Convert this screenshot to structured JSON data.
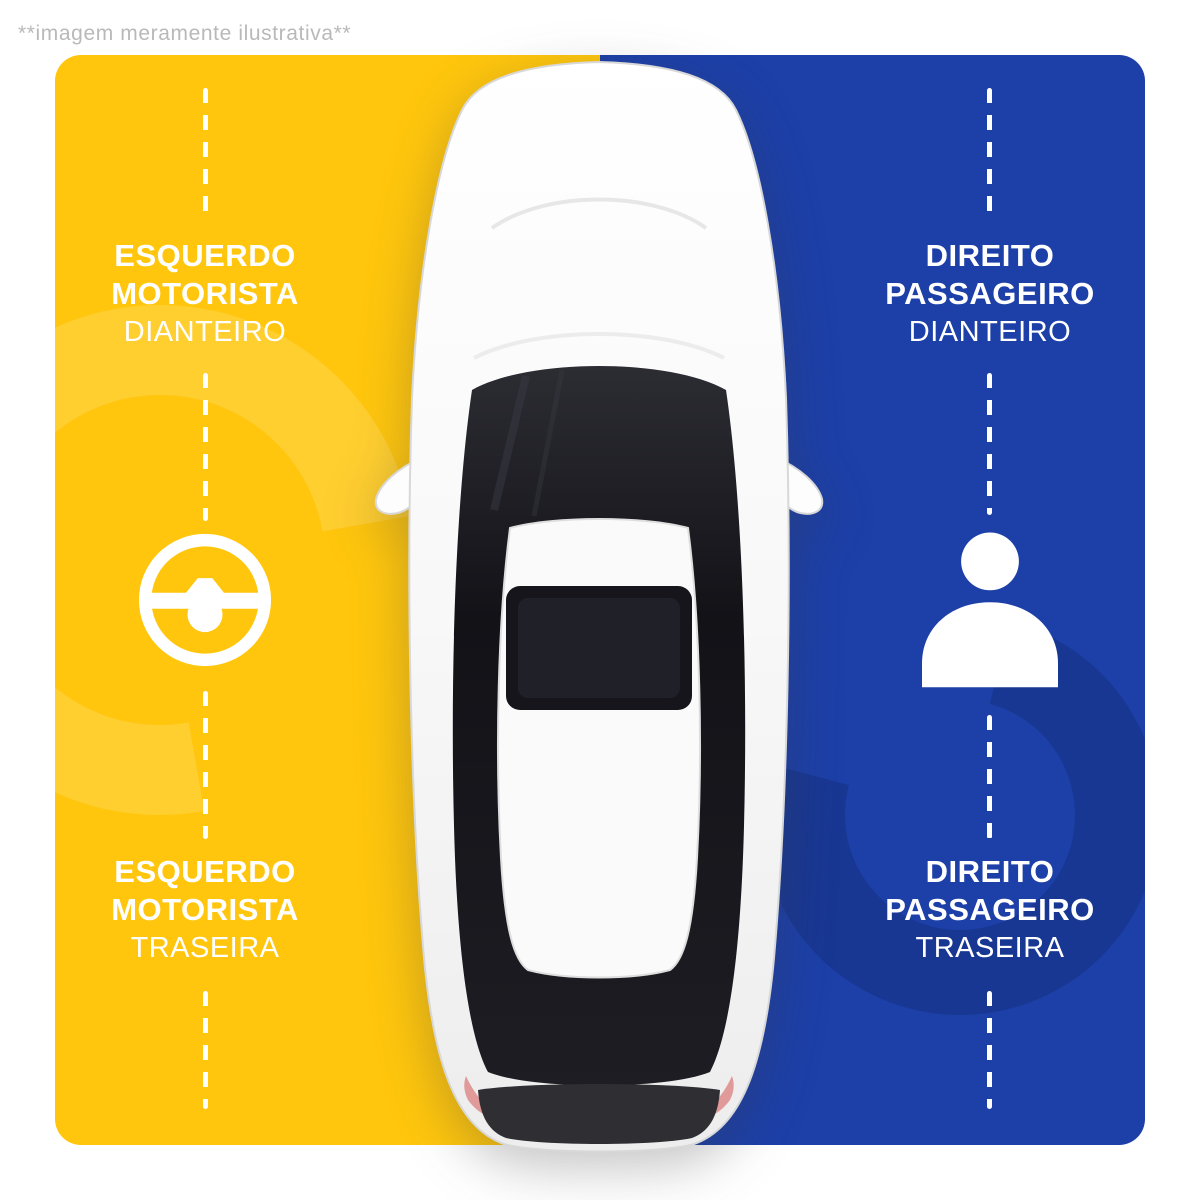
{
  "disclaimer": "**imagem meramente ilustrativa**",
  "colors": {
    "driver_panel": "#FFC60D",
    "passenger_panel": "#1C3FA8",
    "label_text": "#FFFFFF",
    "disclaimer_text": "#B9B9B9"
  },
  "labels": {
    "left_front": {
      "line1": "ESQUERDO",
      "line2": "MOTORISTA",
      "line3": "DIANTEIRO"
    },
    "left_rear": {
      "line1": "ESQUERDO",
      "line2": "MOTORISTA",
      "line3": "TRASEIRA"
    },
    "right_front": {
      "line1": "DIREITO",
      "line2": "PASSAGEIRO",
      "line3": "DIANTEIRO"
    },
    "right_rear": {
      "line1": "DIREITO",
      "line2": "PASSAGEIRO",
      "line3": "TRASEIRA"
    }
  },
  "icons": {
    "driver_side": "steering-wheel-icon",
    "passenger_side": "person-icon"
  }
}
